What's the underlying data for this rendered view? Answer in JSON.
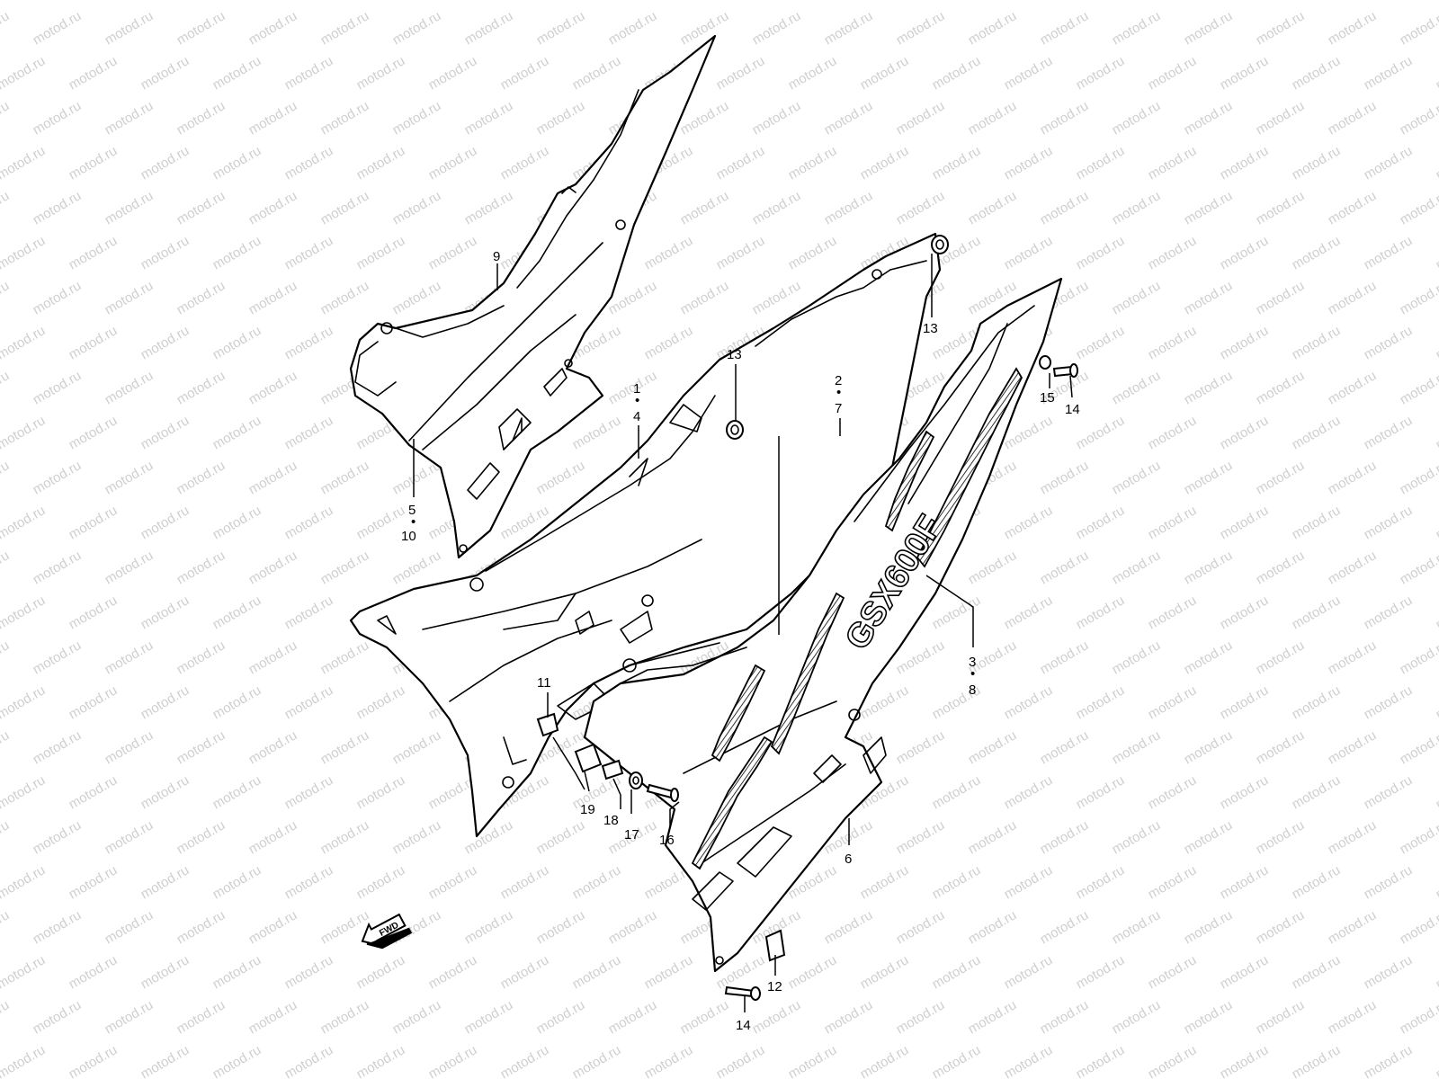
{
  "watermark": {
    "text": "motod.ru",
    "color": "#cfcfcf"
  },
  "callouts": {
    "c1": "1",
    "c4": "4",
    "c2": "2",
    "c7": "7",
    "c3": "3",
    "c8": "8",
    "c5": "5",
    "c10": "10",
    "c6": "6",
    "c9": "9",
    "c11": "11",
    "c12": "12",
    "c13a": "13",
    "c13b": "13",
    "c14a": "14",
    "c14b": "14",
    "c15": "15",
    "c16": "16",
    "c17": "17",
    "c18": "18",
    "c19": "19"
  },
  "decal_text": "GSX600F",
  "fwd_label": "FWD",
  "icons": {
    "fwd_arrow": "fwd-arrow-icon"
  }
}
